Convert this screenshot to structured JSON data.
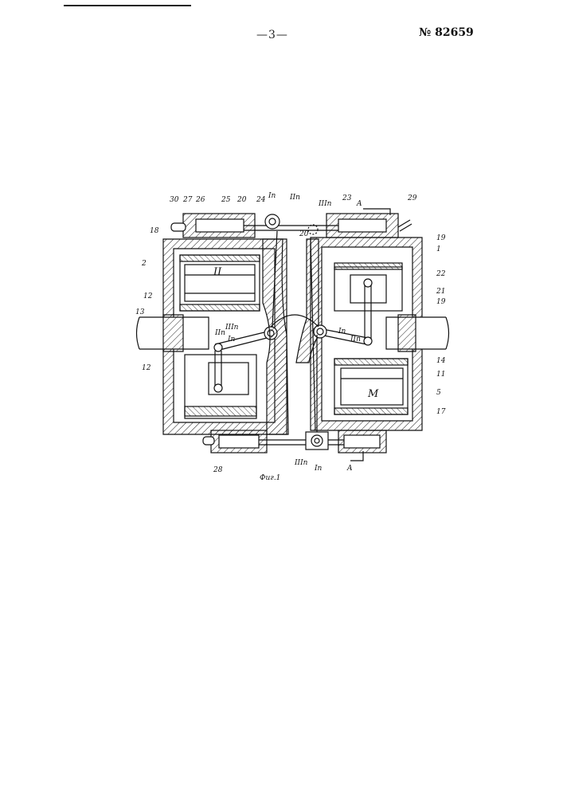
{
  "header": {
    "page_number": "—3—",
    "patent_number": "№ 82659"
  },
  "figure": {
    "caption": "Фиг.1",
    "labels": [
      {
        "id": "l30",
        "text": "30"
      },
      {
        "id": "l27",
        "text": "27"
      },
      {
        "id": "l26",
        "text": "26"
      },
      {
        "id": "l25",
        "text": "25"
      },
      {
        "id": "l20a",
        "text": "20"
      },
      {
        "id": "l24",
        "text": "24"
      },
      {
        "id": "lIna",
        "text": "Iп"
      },
      {
        "id": "lIIna",
        "text": "IIп"
      },
      {
        "id": "lIIIna",
        "text": "IIIп"
      },
      {
        "id": "lA1",
        "text": "A"
      },
      {
        "id": "l23",
        "text": "23"
      },
      {
        "id": "l29",
        "text": "29"
      },
      {
        "id": "l18",
        "text": "18"
      },
      {
        "id": "l2",
        "text": "2"
      },
      {
        "id": "lII",
        "text": "II"
      },
      {
        "id": "l12a",
        "text": "12"
      },
      {
        "id": "l13",
        "text": "13"
      },
      {
        "id": "l12b",
        "text": "12"
      },
      {
        "id": "l20b",
        "text": "20"
      },
      {
        "id": "l19a",
        "text": "19"
      },
      {
        "id": "l1",
        "text": "1"
      },
      {
        "id": "l22",
        "text": "22"
      },
      {
        "id": "l21",
        "text": "21"
      },
      {
        "id": "l19b",
        "text": "19"
      },
      {
        "id": "l14",
        "text": "14"
      },
      {
        "id": "l11",
        "text": "11"
      },
      {
        "id": "l5",
        "text": "5"
      },
      {
        "id": "l17",
        "text": "17"
      },
      {
        "id": "lM",
        "text": "M"
      },
      {
        "id": "lIIIn1",
        "text": "IIIп"
      },
      {
        "id": "lIIn1",
        "text": "IIп"
      },
      {
        "id": "lIn1",
        "text": "Iп"
      },
      {
        "id": "lIn2",
        "text": "Iп"
      },
      {
        "id": "lIIn2",
        "text": "IIп"
      },
      {
        "id": "lIIIn2",
        "text": "IIIп"
      },
      {
        "id": "lIn3",
        "text": "Iп"
      },
      {
        "id": "lA2",
        "text": "A"
      },
      {
        "id": "l28",
        "text": "28"
      }
    ]
  }
}
